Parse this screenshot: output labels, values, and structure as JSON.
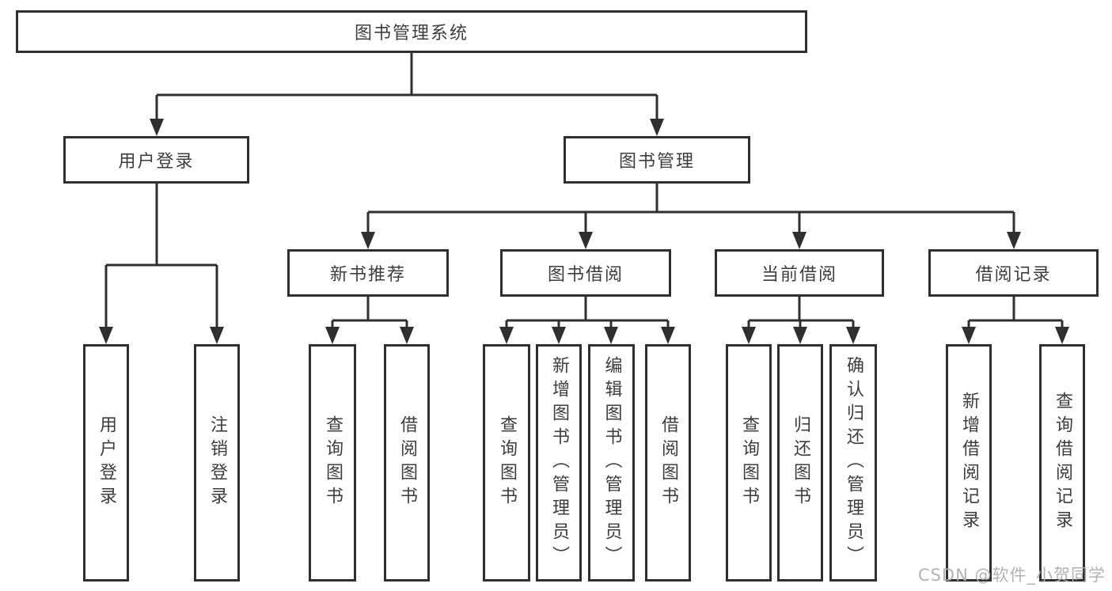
{
  "diagram": {
    "type": "hierarchy-tree",
    "tree": {
      "label": "图书管理系统",
      "children": [
        {
          "label": "用户登录",
          "children": [
            {
              "label": "用户登录"
            },
            {
              "label": "注销登录"
            }
          ]
        },
        {
          "label": "图书管理",
          "children": [
            {
              "label": "新书推荐",
              "children": [
                {
                  "label": "查询图书"
                },
                {
                  "label": "借阅图书"
                }
              ]
            },
            {
              "label": "图书借阅",
              "children": [
                {
                  "label": "查询图书"
                },
                {
                  "label": "新增图书（管理员）"
                },
                {
                  "label": "编辑图书（管理员）"
                },
                {
                  "label": "借阅图书"
                }
              ]
            },
            {
              "label": "当前借阅",
              "children": [
                {
                  "label": "查询图书"
                },
                {
                  "label": "归还图书"
                },
                {
                  "label": "确认归还（管理员）"
                }
              ]
            },
            {
              "label": "借阅记录",
              "children": [
                {
                  "label": "新增借阅记录"
                },
                {
                  "label": "查询借阅记录"
                }
              ]
            }
          ]
        }
      ]
    },
    "colors": {
      "box_border": "#2f2f2f",
      "connector": "#2f2f2f",
      "text": "#3d3d3d",
      "background": "#ffffff",
      "watermark": "#afafaf"
    }
  },
  "watermark": {
    "text": "CSDN @软件_小贺同学"
  }
}
